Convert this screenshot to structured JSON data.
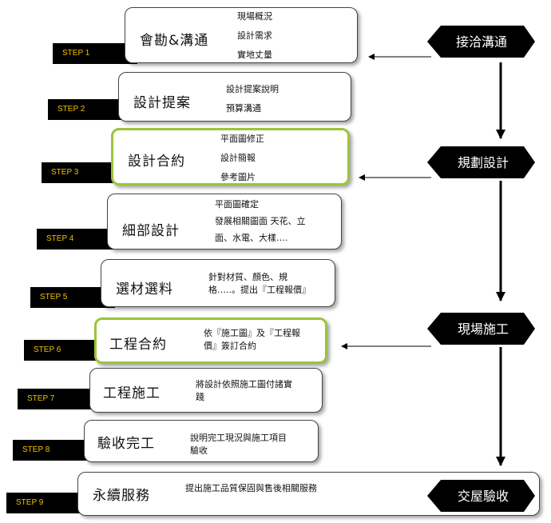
{
  "steps": [
    {
      "label": "STEP 1",
      "title": "會勘&溝通",
      "desc": "現場概況\n設計需求\n實地丈量"
    },
    {
      "label": "STEP 2",
      "title": "設計提案",
      "desc": "設計提案說明\n預算溝通"
    },
    {
      "label": "STEP 3",
      "title": "設計合約",
      "desc": "平面圖修正\n設計簡報\n參考圖片"
    },
    {
      "label": "STEP 4",
      "title": "細部設計",
      "desc": "平面圖確定\n發展相關圖面 天花、立\n面、水電、大樣…."
    },
    {
      "label": "STEP 5",
      "title": "選材選料",
      "desc": "針對材質、顏色、規\n格…..。提出『工程報價』"
    },
    {
      "label": "STEP 6",
      "title": "工程合約",
      "desc": "依『施工圖』及『工程報\n價』簽訂合約"
    },
    {
      "label": "STEP 7",
      "title": "工程施工",
      "desc": "將設計依照施工圖付諸實\n踐"
    },
    {
      "label": "STEP 8",
      "title": "驗收完工",
      "desc": "說明完工現況與施工項目\n驗收"
    },
    {
      "label": "STEP 9",
      "title": "永續服務",
      "desc": "提出施工品質保固與售後相關服務"
    }
  ],
  "phases": [
    {
      "label": "接洽溝通"
    },
    {
      "label": "規劃設計"
    },
    {
      "label": "現場施工"
    },
    {
      "label": "交屋驗收"
    }
  ],
  "colors": {
    "step_label_bg": "#000000",
    "step_label_text": "#f2c200",
    "highlight_border": "#9cc43a",
    "phase_bg": "#000000",
    "phase_text": "#ffffff"
  }
}
